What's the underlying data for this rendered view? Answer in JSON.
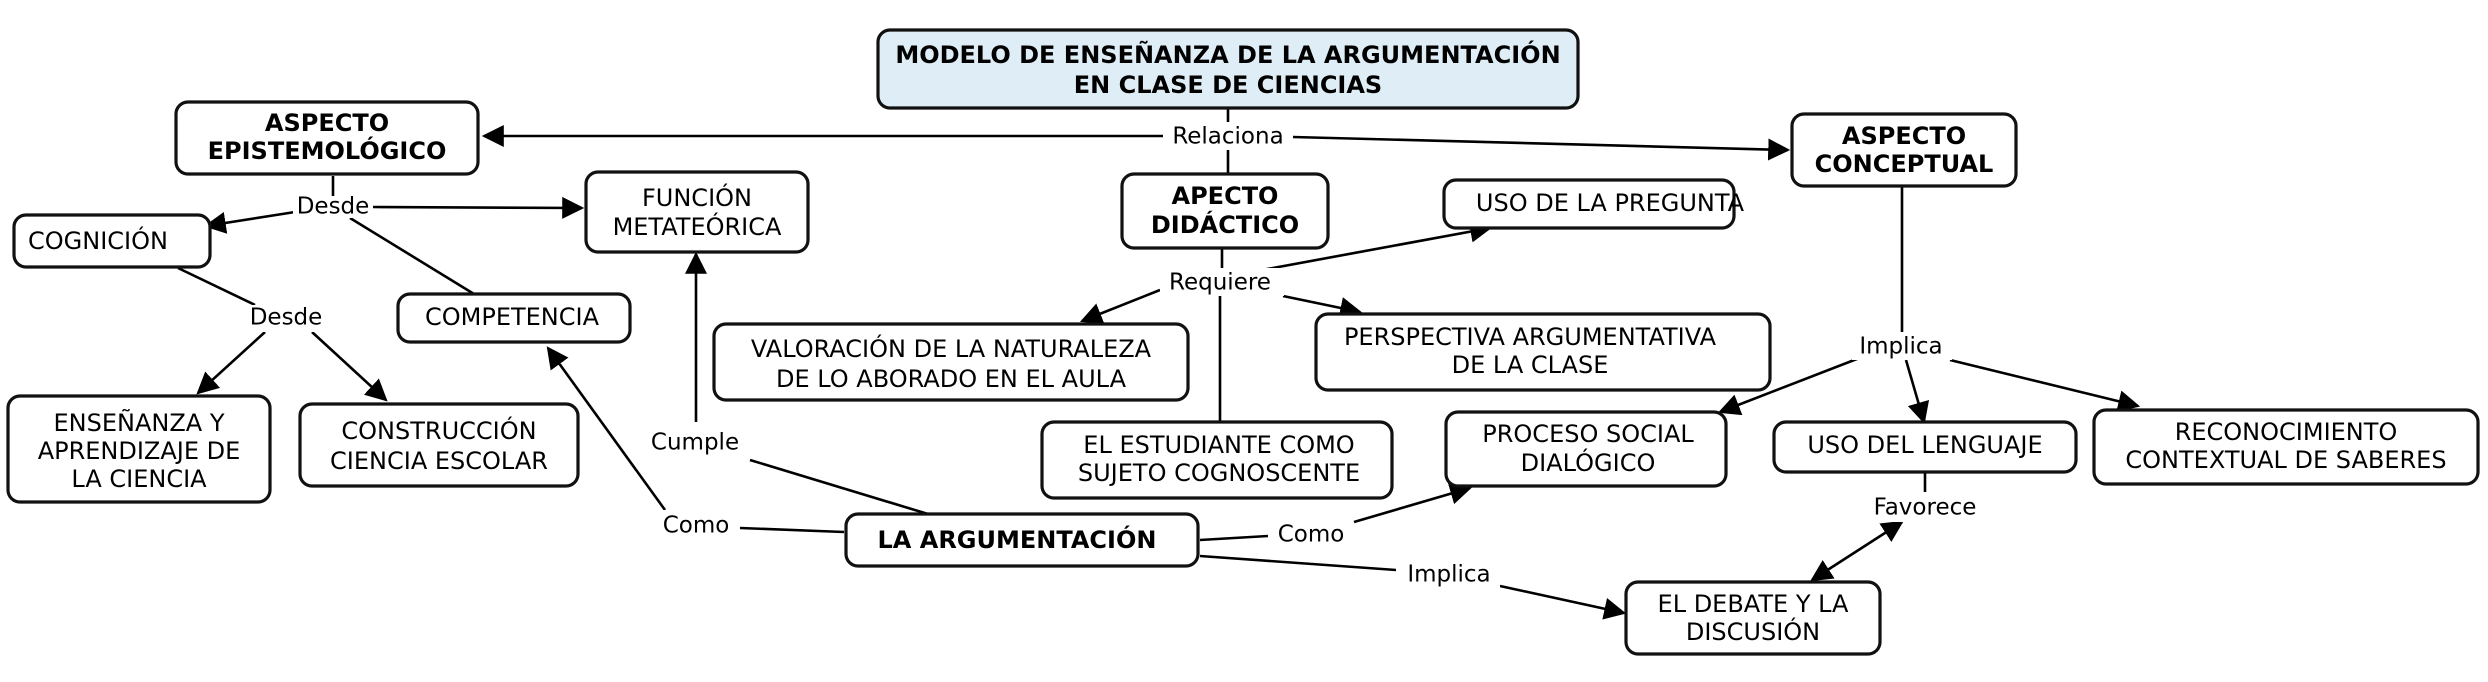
{
  "title": {
    "line1": "MODELO DE ENSEÑANZA DE LA ARGUMENTACIÓN",
    "line2": "EN CLASE DE CIENCIAS"
  },
  "nodes": {
    "aspecto_epistemologico": [
      "ASPECTO",
      "EPISTEMOLÓGICO"
    ],
    "aspecto_conceptual": [
      "ASPECTO",
      "CONCEPTUAL"
    ],
    "apecto_didactico": [
      "APECTO",
      "DIDÁCTICO"
    ],
    "funcion_metateorica": [
      "FUNCIÓN",
      "METATEÓRICA"
    ],
    "cognicion": [
      "COGNICIÓN"
    ],
    "competencia": [
      "COMPETENCIA"
    ],
    "uso_pregunta": [
      "USO DE LA PREGUNTA"
    ],
    "valoracion": [
      "VALORACIÓN DE LA NATURALEZA",
      "DE LO ABORADO EN EL AULA"
    ],
    "perspectiva": [
      "PERSPECTIVA ARGUMENTATIVA",
      "DE LA CLASE"
    ],
    "ensenanza": [
      "ENSEÑANZA Y",
      "APRENDIZAJE DE",
      "LA CIENCIA"
    ],
    "construccion": [
      "CONSTRUCCIÓN",
      "CIENCIA ESCOLAR"
    ],
    "estudiante": [
      "EL ESTUDIANTE COMO",
      "SUJETO COGNOSCENTE"
    ],
    "proceso_social": [
      "PROCESO SOCIAL",
      "DIALÓGICO"
    ],
    "uso_lenguaje": [
      "USO DEL LENGUAJE"
    ],
    "reconocimiento": [
      "RECONOCIMIENTO",
      "CONTEXTUAL DE SABERES"
    ],
    "argumentacion": [
      "LA ARGUMENTACIÓN"
    ],
    "debate": [
      "EL DEBATE Y LA",
      "DISCUSIÓN"
    ]
  },
  "links": {
    "relaciona": "Relaciona",
    "desde_epist": "Desde",
    "desde_cognicion": "Desde",
    "requiere": "Requiere",
    "implica_conceptual": "Implica",
    "cumple": "Cumple",
    "como_competencia": "Como",
    "como_proceso": "Como",
    "implica_argumentacion": "Implica",
    "favorece": "Favorece"
  }
}
